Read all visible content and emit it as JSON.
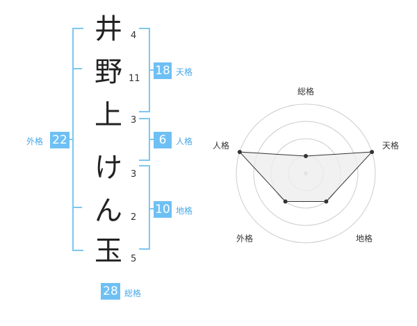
{
  "name": {
    "characters": [
      {
        "char": "井",
        "strokes": "4"
      },
      {
        "char": "野",
        "strokes": "11"
      },
      {
        "char": "上",
        "strokes": "3"
      },
      {
        "char": "け",
        "strokes": "3"
      },
      {
        "char": "ん",
        "strokes": "2"
      },
      {
        "char": "玉",
        "strokes": "5"
      }
    ]
  },
  "kakusu": {
    "tenkaku": {
      "value": "18",
      "label": "天格"
    },
    "jinkaku": {
      "value": "6",
      "label": "人格"
    },
    "chikaku": {
      "value": "10",
      "label": "地格"
    },
    "gaikaku": {
      "value": "22",
      "label": "外格"
    },
    "soukaku": {
      "value": "28",
      "label": "総格"
    }
  },
  "radar": {
    "axes": [
      "総格",
      "天格",
      "地格",
      "外格",
      "人格"
    ],
    "rings": 4,
    "values": [
      1,
      4,
      2,
      2,
      4
    ],
    "max": 4,
    "colors": {
      "fill": "#eeeeee",
      "line": "#333333",
      "point": "#333333",
      "ring": "#cccccc",
      "center": "#bbbbbb"
    }
  },
  "colors": {
    "accent": "#6ec0f4",
    "bracket": "#7cc6f2"
  }
}
